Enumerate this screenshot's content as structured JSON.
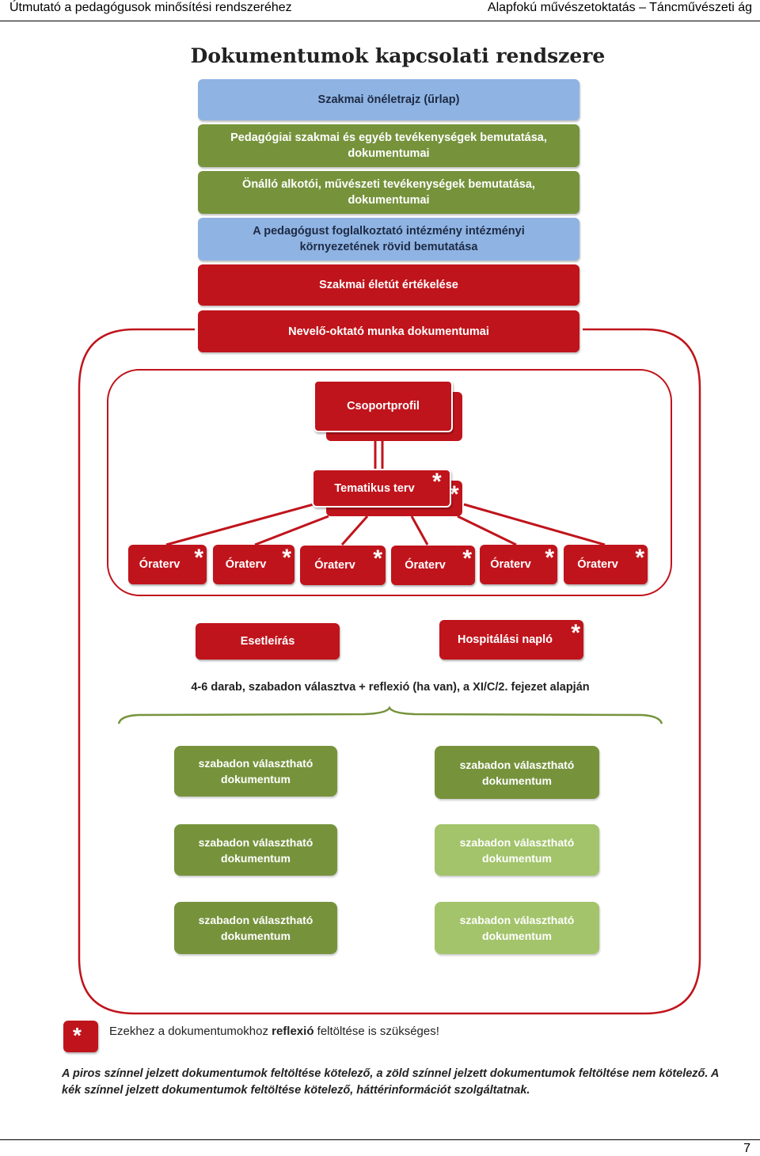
{
  "header": {
    "left": "Útmutató a pedagógusok minősítési rendszeréhez",
    "right": "Alapfokú művészetoktatás – Táncművészeti ág"
  },
  "title": "Dokumentumok kapcsolati rendszere",
  "top_bars": [
    {
      "line1": "Szakmai önéletrajz (űrlap)",
      "line2": ""
    },
    {
      "line1": "Pedagógiai szakmai és egyéb tevékenységek bemutatása,",
      "line2": "dokumentumai"
    },
    {
      "line1": "Önálló alkotói, művészeti tevékenységek bemutatása,",
      "line2": "dokumentumai"
    },
    {
      "line1": "A pedagógust foglalkoztató intézmény intézményi",
      "line2": "környezetének rövid bemutatása"
    },
    {
      "line1": "Szakmai életút értékelése",
      "line2": ""
    },
    {
      "line1": "Nevelő-oktató munka dokumentumai",
      "line2": ""
    }
  ],
  "group_profile": "Csoportprofil",
  "thematic_plan": "Tematikus terv",
  "lesson_plans": [
    "Óraterv",
    "Óraterv",
    "Óraterv",
    "Óraterv",
    "Óraterv",
    "Óraterv"
  ],
  "case_description": "Esetleírás",
  "observation_log": "Hospitálási napló",
  "star_symbol": "*",
  "caption": "4-6 darab, szabadon választva + reflexió (ha van), a XI/C/2. fejezet alapján",
  "optional_docs": [
    {
      "line1": "szabadon választható",
      "line2": "dokumentum"
    },
    {
      "line1": "szabadon választható",
      "line2": "dokumentum"
    },
    {
      "line1": "szabadon választható",
      "line2": "dokumentum"
    },
    {
      "line1": "szabadon választható",
      "line2": "dokumentum"
    },
    {
      "line1": "szabadon választható",
      "line2": "dokumentum"
    },
    {
      "line1": "szabadon választható",
      "line2": "dokumentum"
    }
  ],
  "legend": {
    "before": "Ezekhez a dokumentumokhoz ",
    "bold": "reflexió",
    "after": " feltöltése is szükséges!"
  },
  "note": {
    "line1": "A piros színnel jelzett dokumentumok feltöltése kötelező, a zöld színnel jelzett dokumentumok feltöltése nem kötelező. A",
    "line2": "kék színnel jelzett dokumentumok feltöltése kötelező, háttérinformációt szolgáltatnak."
  },
  "page_number": "7",
  "colors": {
    "red": "#c0141c",
    "green": "#76933c",
    "light_green": "#a3c46b",
    "blue": "#8fb4e3"
  }
}
